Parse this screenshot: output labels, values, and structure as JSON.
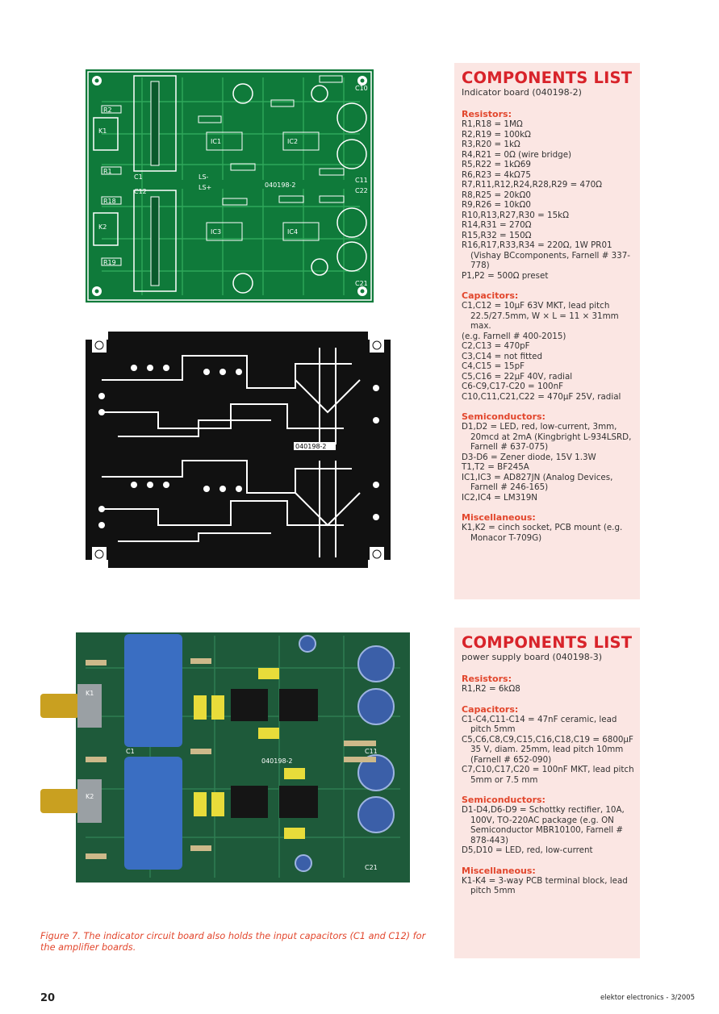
{
  "box1": {
    "title": "COMPONENTS LIST",
    "subtitle": "Indicator board (040198-2)",
    "sections": [
      {
        "heading": "Resistors:",
        "items": [
          "R1,R18 = 1MΩ",
          "R2,R19 = 100kΩ",
          "R3,R20 = 1kΩ",
          "R4,R21 = 0Ω (wire bridge)",
          "R5,R22 = 1kΩ69",
          "R6,R23 = 4kΩ75",
          "R7,R11,R12,R24,R28,R29 = 470Ω",
          "R8,R25 = 20kΩ0",
          "R9,R26 = 10kΩ0",
          "R10,R13,R27,R30 = 15kΩ",
          "R14,R31 = 270Ω",
          "R15,R32 = 150Ω",
          "R16,R17,R33,R34 = 220Ω, 1W PR01 (Vishay BCcomponents, Farnell # 337-778)",
          "P1,P2 = 500Ω preset"
        ]
      },
      {
        "heading": "Capacitors:",
        "items": [
          "C1,C12 = 10µF 63V MKT, lead pitch 22.5/27.5mm, W × L = 11 × 31mm max.",
          "(e.g. Farnell # 400-2015)",
          "C2,C13 = 470pF",
          "C3,C14 = not fitted",
          "C4,C15 = 15pF",
          "C5,C16 = 22µF 40V, radial",
          "C6-C9,C17-C20 = 100nF",
          "C10,C11,C21,C22 = 470µF 25V, radial"
        ]
      },
      {
        "heading": "Semiconductors:",
        "items": [
          "D1,D2 = LED, red, low-current, 3mm, 20mcd at 2mA (Kingbright L-934LSRD, Farnell # 637-075)",
          "D3-D6 = Zener diode, 15V 1.3W",
          "T1,T2 = BF245A",
          "IC1,IC3 = AD827JN (Analog Devices, Farnell # 246-165)",
          "IC2,IC4 = LM319N"
        ]
      },
      {
        "heading": "Miscellaneous:",
        "items": [
          "K1,K2 = cinch socket, PCB mount (e.g. Monacor T-709G)"
        ]
      }
    ]
  },
  "box2": {
    "title": "COMPONENTS LIST",
    "subtitle": "power supply board (040198-3)",
    "sections": [
      {
        "heading": "Resistors:",
        "items": [
          "R1,R2 = 6kΩ8"
        ]
      },
      {
        "heading": "Capacitors:",
        "items": [
          "C1-C4,C11-C14 = 47nF ceramic, lead pitch 5mm",
          "C5,C6,C8,C9,C15,C16,C18,C19 = 6800µF 35 V, diam. 25mm, lead pitch 10mm (Farnell # 652-090)",
          "C7,C10,C17,C20 = 100nF MKT, lead pitch 5mm or 7.5 mm"
        ]
      },
      {
        "heading": "Semiconductors:",
        "items": [
          "D1-D4,D6-D9 = Schottky rectifier, 10A, 100V, TO-220AC package (e.g. ON Semiconductor MBR10100, Farnell # 878-443)",
          "D5,D10 = LED, red, low-current"
        ]
      },
      {
        "heading": "Miscellaneous:",
        "items": [
          "K1-K4 = 3-way PCB terminal block, lead pitch 5mm"
        ]
      }
    ]
  },
  "figure_caption": "Figure 7. The indicator circuit board also holds the input capacitors (C1 and C12) for the amplifier boards.",
  "page_number": "20",
  "footer_text": "elektor electronics - 3/2005",
  "pcb_labels": {
    "board_code": "040198-2",
    "k1": "K1",
    "k2": "K2",
    "c1": "C1",
    "c12": "C12",
    "c11": "C11",
    "c21": "C21",
    "c10": "C10",
    "c22": "C22",
    "ic1": "IC1",
    "ic2": "IC2",
    "ic3": "IC3",
    "ic4": "IC4",
    "r1": "R1",
    "r2": "R2",
    "r18": "R18",
    "r19": "R19",
    "ls_plus": "LS+",
    "ls_minus": "LS-"
  },
  "colors": {
    "accent_red": "#d8232a",
    "heading_orange": "#e2462c",
    "box_bg": "#fbe6e3",
    "pcb_green": "#0f7a3a",
    "pcb_black": "#111111",
    "photo_board": "#1e5a3a"
  }
}
